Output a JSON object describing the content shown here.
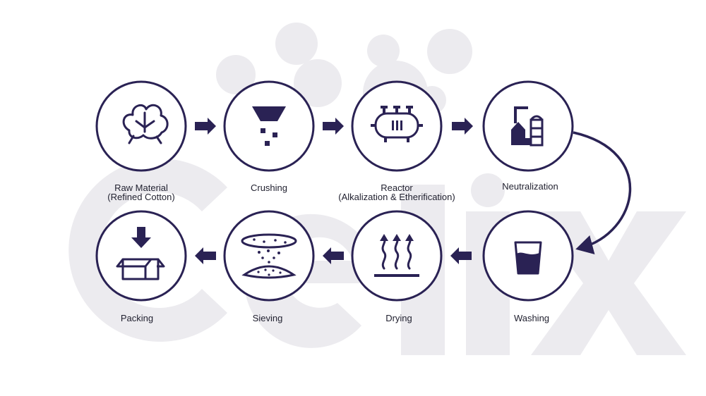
{
  "colors": {
    "primary": "#2a2254",
    "watermark": "#ecebef",
    "text": "#1f1f2e",
    "background": "#ffffff"
  },
  "watermark_text": "Celix",
  "steps": [
    {
      "id": "raw-material",
      "icon": "cotton-icon",
      "label_line1": "Raw Material",
      "label_line2": "(Refined Cotton)"
    },
    {
      "id": "crushing",
      "icon": "hopper-icon",
      "label_line1": "Crushing",
      "label_line2": ""
    },
    {
      "id": "reactor",
      "icon": "reactor-tank-icon",
      "label_line1": "Reactor",
      "label_line2": "(Alkalization & Etherification)"
    },
    {
      "id": "neutralization",
      "icon": "factory-tower-icon",
      "label_line1": "Neutralization",
      "label_line2": ""
    },
    {
      "id": "washing",
      "icon": "water-glass-icon",
      "label_line1": "Washing",
      "label_line2": ""
    },
    {
      "id": "drying",
      "icon": "heat-waves-icon",
      "label_line1": "Drying",
      "label_line2": ""
    },
    {
      "id": "sieving",
      "icon": "sieve-icon",
      "label_line1": "Sieving",
      "label_line2": ""
    },
    {
      "id": "packing",
      "icon": "box-down-arrow-icon",
      "label_line1": "Packing",
      "label_line2": ""
    }
  ]
}
